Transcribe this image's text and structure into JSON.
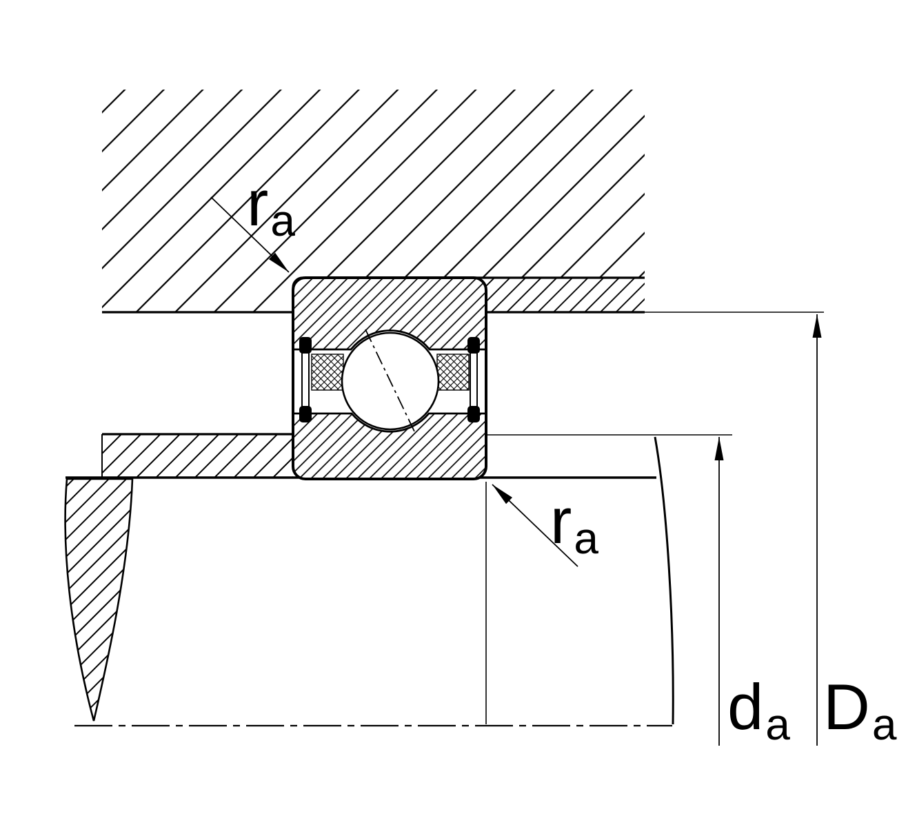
{
  "diagram": {
    "type": "bearing-mounting-cross-section",
    "background_color": "#ffffff",
    "line_color": "#000000",
    "labels": {
      "ra_top": {
        "main": "r",
        "sub": "a"
      },
      "ra_bottom": {
        "main": "r",
        "sub": "a"
      },
      "da": {
        "main": "d",
        "sub": "a"
      },
      "Da": {
        "main": "D",
        "sub": "a"
      }
    }
  }
}
